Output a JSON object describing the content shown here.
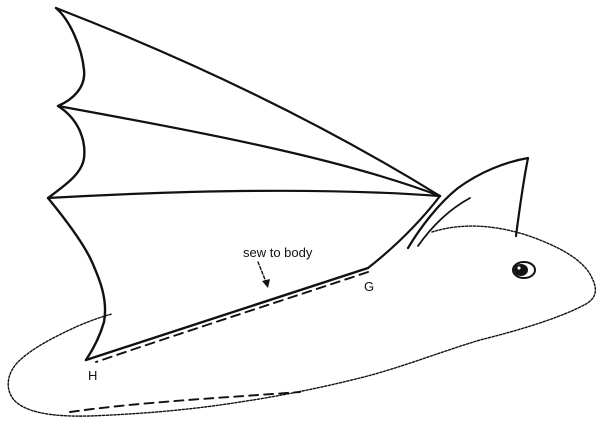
{
  "labels": {
    "annotation": "sew to body",
    "point_g": "G",
    "point_h": "H"
  }
}
